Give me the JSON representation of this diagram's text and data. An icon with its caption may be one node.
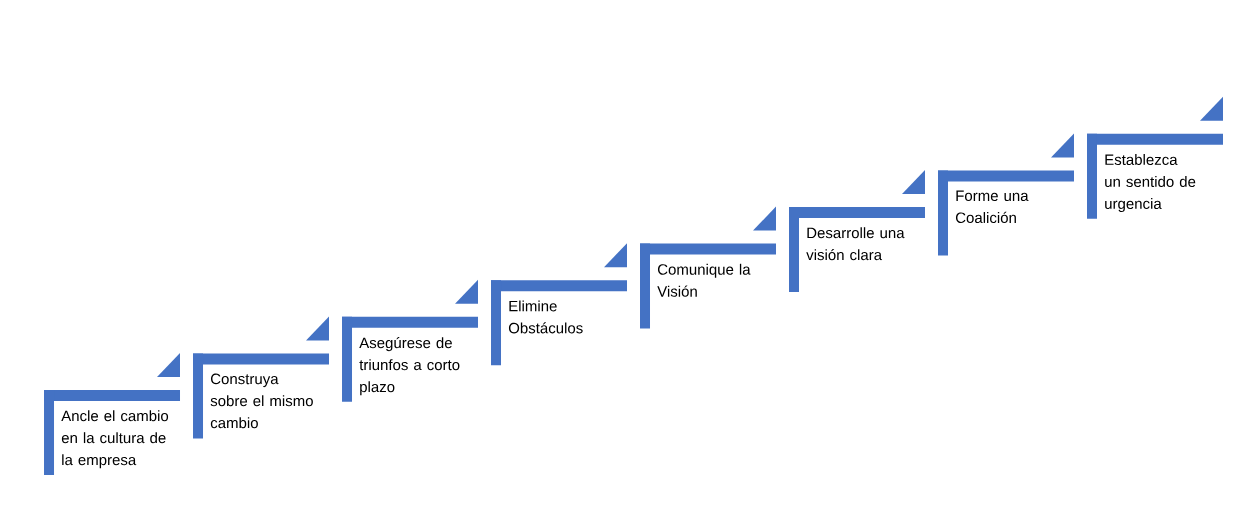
{
  "diagram": {
    "nodes": [
      {
        "text": [
          "Ancle el cambio en la cultura de la empresa"
        ]
      },
      {
        "text": [
          "Construya sobre el mismo cambio"
        ]
      },
      {
        "text": [
          "Asegúrese de triunfos a corto plazo"
        ]
      },
      {
        "text": [
          "Elimine Obstáculos"
        ]
      },
      {
        "text": [
          "Comunique la Visión"
        ]
      },
      {
        "text": [
          "Desarrolle una visión clara"
        ]
      },
      {
        "text": [
          "Forme una Coalición"
        ]
      },
      {
        "text": [
          "Establezca un sentido de urgencia"
        ]
      }
    ]
  }
}
